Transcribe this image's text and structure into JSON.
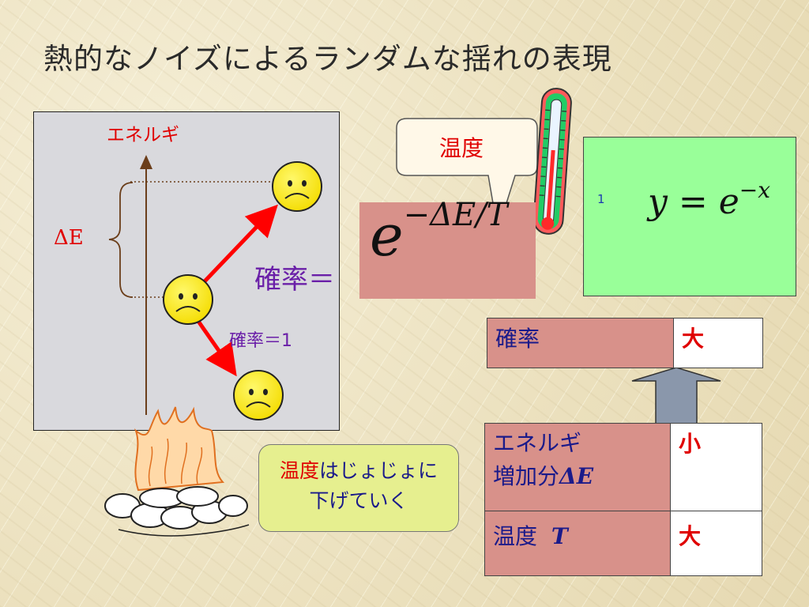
{
  "title": "熱的なノイズによるランダムな揺れの表現",
  "diagram": {
    "energy_axis_label": "エネルギ",
    "delta_e": "ΔE",
    "probability_one": "確率＝1"
  },
  "formula": {
    "prefix": "確率＝",
    "base": "e",
    "exponent": "−ΔE/T"
  },
  "callout": {
    "temperature": "温度"
  },
  "graph": {
    "y_tick": "1",
    "formula_lhs": "y",
    "formula_eq": " = ",
    "formula_base": "e",
    "formula_exp": "−x"
  },
  "table_top": {
    "label": "確率",
    "value": "大"
  },
  "table_bottom": {
    "rows": [
      {
        "label_line1": "エネルギ",
        "label_line2": "増加分",
        "label_symbol": "ΔE",
        "value": "小"
      },
      {
        "label_line1": "温度",
        "label_symbol": "T",
        "value": "大"
      }
    ]
  },
  "cooling_note": {
    "highlight": "温度",
    "rest_line1": "はじょじょに",
    "line2": "下げていく"
  },
  "colors": {
    "accent_red": "#e00000",
    "purple": "#6a1fa8",
    "formula_bg": "#d8918a",
    "graph_bg": "#99ff99",
    "note_bg": "#e6ef8f",
    "face": "#ffee00"
  },
  "icons": [
    "sad-face-icon",
    "thermometer-icon",
    "campfire-icon",
    "up-arrow-icon"
  ]
}
